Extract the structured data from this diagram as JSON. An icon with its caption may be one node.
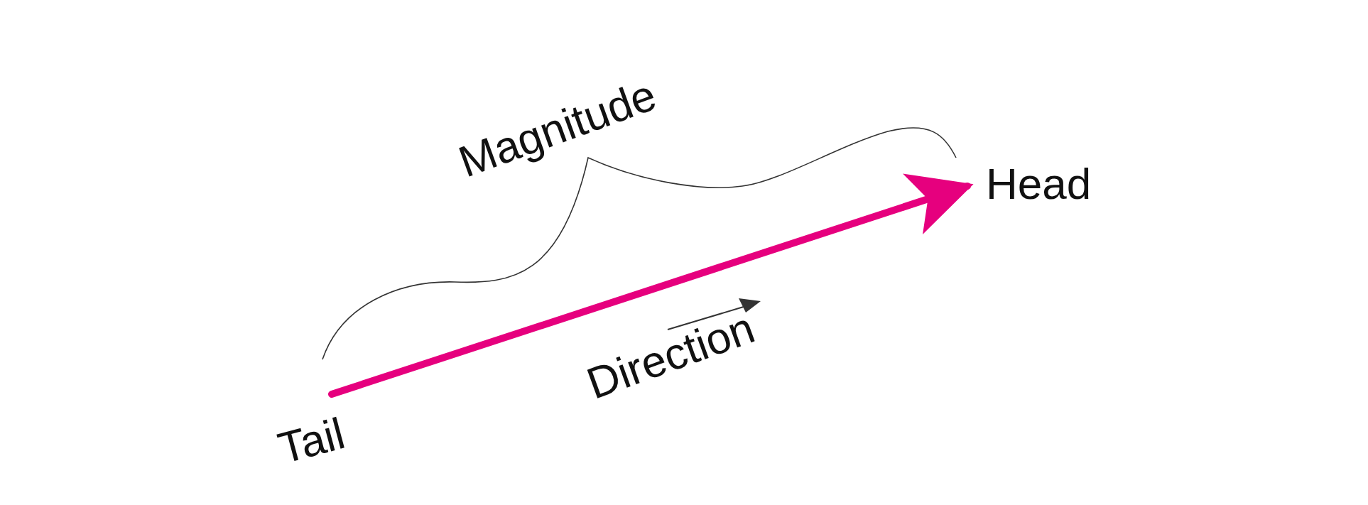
{
  "diagram": {
    "nodes": [
      {
        "text": [
          "Tail"
        ]
      },
      {
        "text": [
          "Head"
        ]
      }
    ],
    "edges": [
      {
        "from": 0,
        "to": 1,
        "arrow": "to",
        "color": "#e6007e"
      }
    ],
    "labels": [
      "Magnitude",
      "Direction"
    ]
  }
}
